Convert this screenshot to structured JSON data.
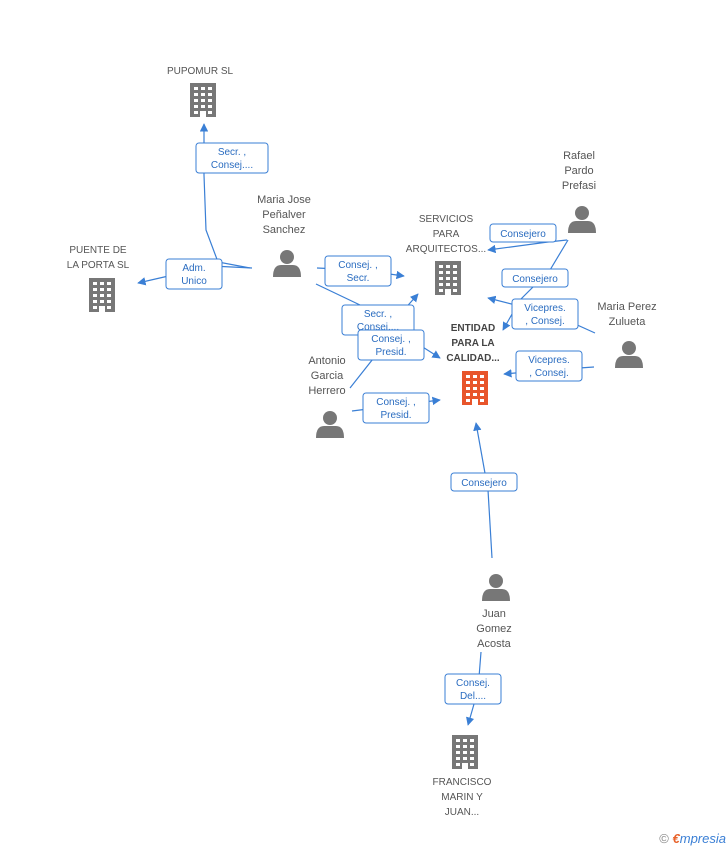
{
  "colors": {
    "edge": "#3a7fd5",
    "company": "#777777",
    "focus": "#e8552b",
    "person": "#777777"
  },
  "nodes": [
    {
      "id": "pupomur",
      "kind": "company",
      "label": [
        "PUPOMUR SL"
      ]
    },
    {
      "id": "puente",
      "kind": "company",
      "label": [
        "PUENTE DE",
        "LA PORTA  SL"
      ]
    },
    {
      "id": "servicios",
      "kind": "company",
      "label": [
        "SERVICIOS",
        "PARA",
        "ARQUITECTOS..."
      ]
    },
    {
      "id": "entidad",
      "kind": "focus",
      "label": [
        "ENTIDAD",
        "PARA LA",
        "CALIDAD..."
      ]
    },
    {
      "id": "francisco",
      "kind": "company",
      "label": [
        "FRANCISCO",
        "MARIN Y",
        "JUAN..."
      ]
    },
    {
      "id": "maria_jose",
      "kind": "person",
      "label": [
        "Maria Jose",
        "Peñalver",
        "Sanchez"
      ]
    },
    {
      "id": "rafael",
      "kind": "person",
      "label": [
        "Rafael",
        "Pardo",
        "Prefasi"
      ]
    },
    {
      "id": "maria_perez",
      "kind": "person",
      "label": [
        "Maria Perez",
        "Zulueta"
      ]
    },
    {
      "id": "antonio",
      "kind": "person",
      "label": [
        "Antonio",
        "Garcia",
        "Herrero"
      ]
    },
    {
      "id": "juan",
      "kind": "person",
      "label": [
        "Juan",
        "Gomez",
        "Acosta"
      ]
    }
  ],
  "edges": [
    {
      "from": "maria_jose",
      "to": "pupomur",
      "label": [
        "Secr. ,",
        "Consej...."
      ]
    },
    {
      "from": "maria_jose",
      "to": "puente",
      "label": [
        "Adm.",
        "Unico"
      ]
    },
    {
      "from": "maria_jose",
      "to": "servicios",
      "label": [
        "Consej. ,",
        "Secr."
      ]
    },
    {
      "from": "maria_jose",
      "to": "entidad",
      "label": [
        "Secr. ,",
        "Consej...."
      ]
    },
    {
      "from": "antonio",
      "to": "servicios",
      "label": [
        "Consej. ,",
        "Presid."
      ]
    },
    {
      "from": "antonio",
      "to": "entidad",
      "label": [
        "Consej. ,",
        "Presid."
      ]
    },
    {
      "from": "rafael",
      "to": "servicios",
      "label": [
        "Consejero"
      ]
    },
    {
      "from": "rafael",
      "to": "entidad",
      "label": [
        "Consejero"
      ]
    },
    {
      "from": "maria_perez",
      "to": "servicios",
      "label": [
        "Vicepres.",
        ", Consej."
      ]
    },
    {
      "from": "maria_perez",
      "to": "entidad",
      "label": [
        "Vicepres.",
        ", Consej."
      ]
    },
    {
      "from": "juan",
      "to": "entidad",
      "label": [
        "Consejero"
      ]
    },
    {
      "from": "juan",
      "to": "francisco",
      "label": [
        "Consej.",
        "Del...."
      ]
    }
  ],
  "footer": {
    "copyright_symbol": "©",
    "brand_first": "€",
    "brand_rest": "mpresia"
  }
}
